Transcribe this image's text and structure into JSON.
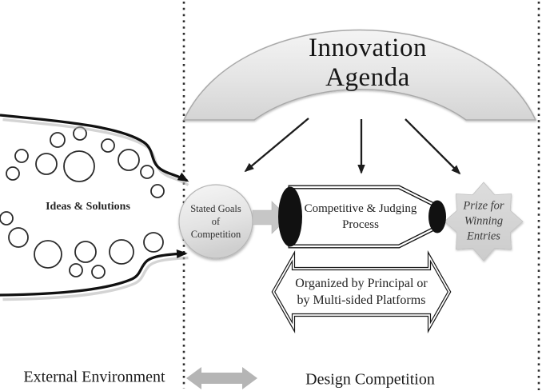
{
  "diagram": {
    "title": "Innovation Agenda",
    "funnel_label": "Ideas & Solutions",
    "stated_goals": "Stated Goals\nof\nCompetition",
    "process": "Competitive & Judging\nProcess",
    "prize": "Prize for\nWinning\nEntries",
    "organizer": "Organized by Principal or\nby Multi-sided Platforms",
    "left_region_label": "External Environment",
    "right_region_label": "Design Competition"
  },
  "colors": {
    "arch_fill_light": "#f2f2f2",
    "arch_fill_dark": "#d6d6d6",
    "node_fill_light": "#f5f5f5",
    "node_fill_dark": "#cfcfcf",
    "star_fill": "#d6d6d6",
    "block_arrow_gray": "#c6c6c6",
    "region_arrow_gray": "#b5b5b5",
    "ink": "#1c1c1c"
  }
}
